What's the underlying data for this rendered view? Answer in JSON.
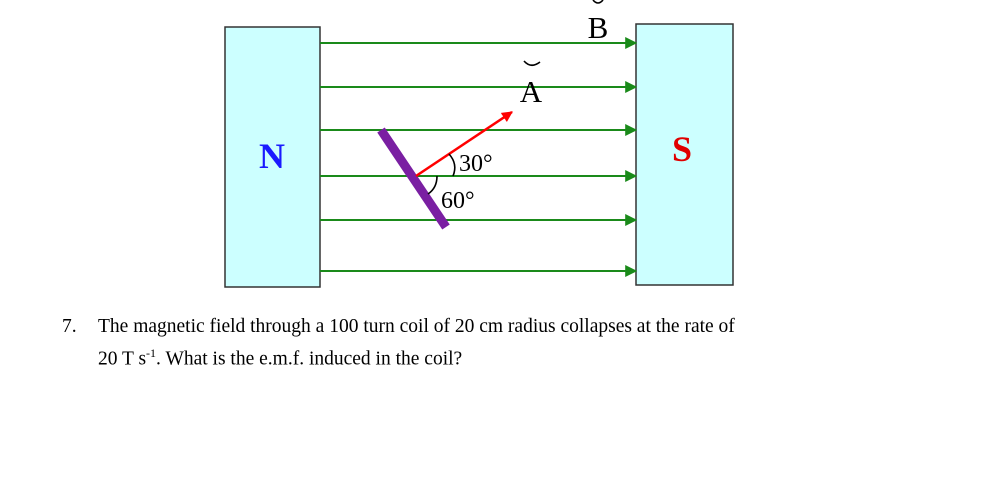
{
  "diagram": {
    "north_pole_label": "N",
    "south_pole_label": "S",
    "field_vector_label": "B",
    "area_vector_label": "A",
    "angle_upper_label": "30°",
    "angle_lower_label": "60°",
    "colors": {
      "magnet_fill": "#ccffff",
      "magnet_border": "#333333",
      "field_lines": "#1a8a1a",
      "area_vector": "#ff0000",
      "coil": "#7a1fa2",
      "north_label": "#1a1aff",
      "south_label": "#e00000"
    },
    "field_line_count": 6
  },
  "question": {
    "number": "7.",
    "text_part1": "The magnetic field through a 100 turn coil of  20 cm radius collapses at the rate of",
    "text_part2_prefix": "20 T s",
    "text_part2_superscript": "-1",
    "text_part2_suffix": ". What is the e.m.f. induced in the coil?"
  }
}
